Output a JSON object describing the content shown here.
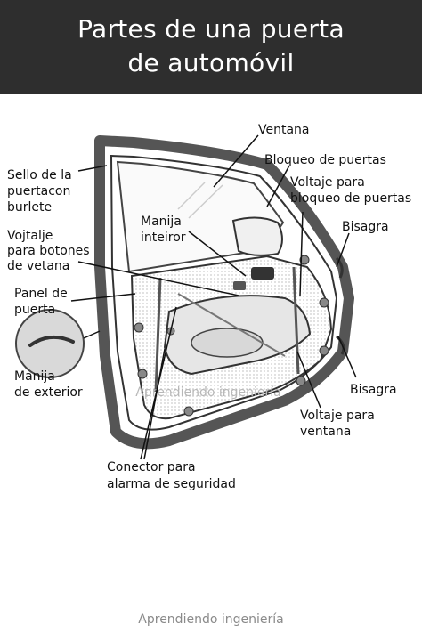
{
  "title": {
    "line1": "Partes de una puerta",
    "line2": "de automóvil"
  },
  "labels": {
    "ventana": "Ventana",
    "bloqueo_puertas": "Bloqueo de puertas",
    "sello": [
      "Sello de la",
      "puertacon",
      "burlete"
    ],
    "voltaje_bloqueo": [
      "Voltaje para",
      "bloqueo de puertas"
    ],
    "manija_interior": [
      "Manija",
      "inteiror"
    ],
    "bisagra_top": "Bisagra",
    "vojtalje_botones": [
      "Vojtalje",
      "para botones",
      "de vetana"
    ],
    "panel_puerta": [
      "Panel de",
      "puerta"
    ],
    "manija_exterior": [
      "Manija",
      "de exterior"
    ],
    "bisagra_bottom": "Bisagra",
    "voltaje_ventana": [
      "Voltaje para",
      "ventana"
    ],
    "conector": [
      "Conector para",
      "alarma de seguridad"
    ]
  },
  "watermark": "Aprendiendo ingeniería",
  "footer": "Aprendiendo ingeniería",
  "colors": {
    "header_bg": "#2e2e2e",
    "door_frame": "#555555",
    "line": "#111111"
  }
}
